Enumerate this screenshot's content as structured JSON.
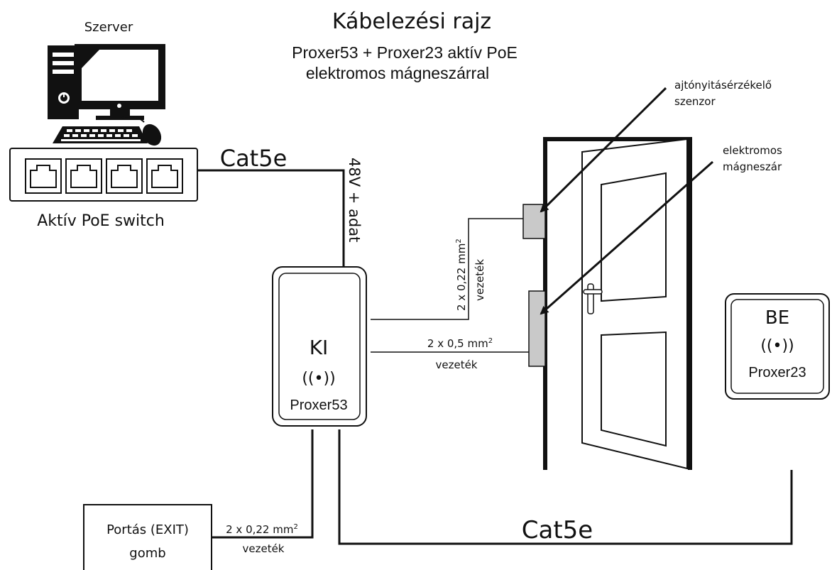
{
  "title": "Kábelezési rajz",
  "subtitle_line1": "Proxer53 + Proxer23 aktív PoE",
  "subtitle_line2": "elektromos mágneszárral",
  "server": {
    "label": "Szerver"
  },
  "switch": {
    "label": "Aktív PoE switch"
  },
  "cable_top": {
    "label": "Cat5e",
    "power_label": "48V + adat"
  },
  "cable_bottom": {
    "label": "Cat5e"
  },
  "reader_out": {
    "direction": "KI",
    "model": "Proxer53"
  },
  "reader_in": {
    "direction": "BE",
    "model": "Proxer23"
  },
  "rfid_symbol": "((•))",
  "sensor": {
    "label_line1": "ajtónyitásérzékelő",
    "label_line2": "szenzor",
    "wire_size": "2 x 0,22 mm",
    "wire_unit_sup": "2",
    "wire_word": "vezeték"
  },
  "maglock": {
    "label_line1": "elektromos",
    "label_line2": "mágneszár",
    "wire_size": "2 x 0,5 mm",
    "wire_unit_sup": "2",
    "wire_word": "vezeték"
  },
  "exit_button": {
    "label_line1": "Portás (EXIT)",
    "label_line2": "gomb",
    "wire_size": "2 x 0,22 mm",
    "wire_unit_sup": "2",
    "wire_word": "vezeték"
  }
}
